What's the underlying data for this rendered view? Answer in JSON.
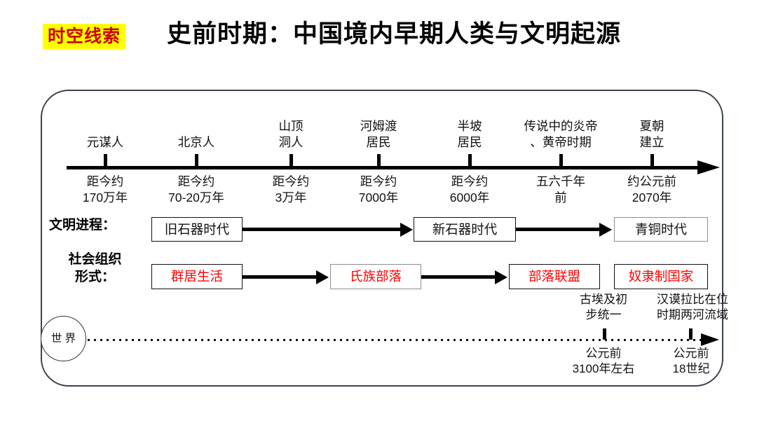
{
  "header": {
    "tag": "时空线索",
    "title": "史前时期：中国境内早期人类与文明起源",
    "tag_bg_color": "#FFFF00",
    "tag_text_color": "#CC0000"
  },
  "timeline": {
    "events": [
      {
        "label": "元谋人",
        "date": "距今约\n170万年"
      },
      {
        "label": "北京人",
        "date": "距今约\n70-20万年"
      },
      {
        "label": "山顶\n洞人",
        "date": "距今约\n3万年"
      },
      {
        "label": "河姆渡\n居民",
        "date": "距今约\n7000年"
      },
      {
        "label": "半坡\n居民",
        "date": "距今约\n6000年"
      },
      {
        "label": "传说中的炎帝\n、黄帝时期",
        "date": "五六千年\n前"
      },
      {
        "label": "夏朝\n建立",
        "date": "约公元前\n2070年"
      }
    ]
  },
  "rows": {
    "civilization": {
      "label": "文明进程：",
      "stages": [
        {
          "text": "旧石器时代",
          "color": "black"
        },
        {
          "text": "新石器时代",
          "color": "black"
        },
        {
          "text": "青铜时代",
          "color": "black"
        }
      ]
    },
    "society": {
      "label": "社会组织\n形式：",
      "stages": [
        {
          "text": "群居生活",
          "color": "red"
        },
        {
          "text": "氏族部落",
          "color": "red"
        },
        {
          "text": "部落联盟",
          "color": "red"
        },
        {
          "text": "奴隶制国家",
          "color": "red"
        }
      ]
    }
  },
  "world": {
    "circle_label": "世\n界",
    "events": [
      {
        "label": "古埃及初\n步统一",
        "date": "公元前\n3100年左右"
      },
      {
        "label": "汉谟拉比在位\n时期两河流域",
        "date": "公元前\n18世纪"
      }
    ]
  },
  "colors": {
    "red_text": "#FF0000",
    "frame_border": "#3b4250",
    "axis": "#000000"
  }
}
